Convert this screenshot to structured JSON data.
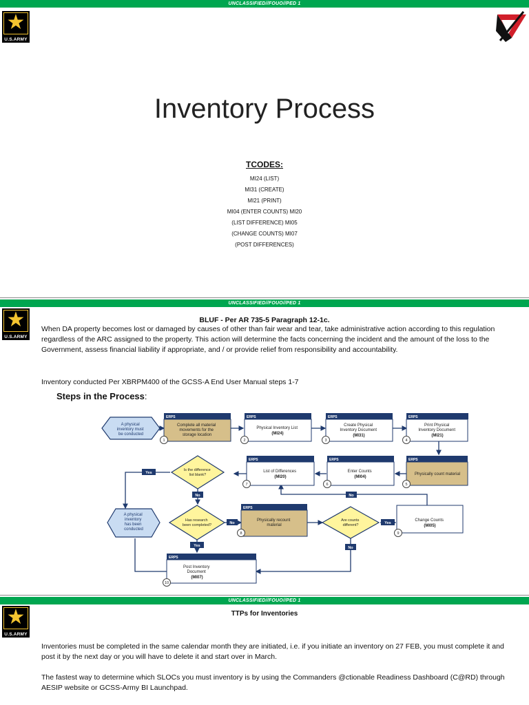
{
  "classification": "UNCLASSIFIED//FOUO//PED 1",
  "logo_label": "U.S.ARMY",
  "slide1": {
    "title": "Inventory Process",
    "tcodes_heading": "TCODES:",
    "tcodes_lines": [
      "MI24 (LIST)",
      "MI31 (CREATE)",
      "MI21 (PRINT)",
      "MI04 (ENTER COUNTS) MI20",
      "(LIST DIFFERENCE) MI05",
      "(CHANGE COUNTS) MI07",
      "(POST DIFFERENCES)"
    ]
  },
  "slide2": {
    "title": "BLUF - Per AR 735-5 Paragraph  12-1c.",
    "body": "When DA property becomes lost or damaged by causes of other than fair wear and tear, take administrative action  according to this regulation regardless of the ARC assigned to the property. This action will determine the facts concerning  the incident and the amount of the loss to the Government, assess financial liability if appropriate, and / or provide relief  from responsibility and accountability.",
    "inventory_line": "Inventory conducted Per XBRPM400 of the GCSS-A End User Manual steps  1-7",
    "steps_heading": "Steps in the Process",
    "steps_colon": ":",
    "flow": {
      "start": [
        "A physical",
        "inventory must",
        "be conducted"
      ],
      "end": [
        "A physical",
        "inventory",
        "has been",
        "conducted"
      ],
      "erps": "ERPS",
      "step1": [
        "Complete all material",
        "movements for the",
        "storage location"
      ],
      "step2": [
        "Physical Inventory List",
        "(MI24)"
      ],
      "step3": [
        "Create Physical",
        "Inventory Document",
        "(MI31)"
      ],
      "step4": [
        "Print Physical",
        "Inventory Document",
        "(MI21)"
      ],
      "step5": [
        "Physically count material"
      ],
      "step6": [
        "Enter Counts",
        "(MI04)"
      ],
      "step7": [
        "List of Differences",
        "(MI20)"
      ],
      "step8": [
        "Physically recount",
        "material"
      ],
      "step9": [
        "Change Counts",
        "(MI05)"
      ],
      "step10": [
        "Post Inventory",
        "Document",
        "(MI07)"
      ],
      "dec_blank": [
        "Is the difference",
        "list blank?"
      ],
      "dec_research": [
        "Has research",
        "been completed?"
      ],
      "dec_counts": [
        "Are counts",
        "different?"
      ],
      "yes": "Yes",
      "no": "No",
      "numbers": [
        "1",
        "2",
        "3",
        "4",
        "5",
        "6",
        "7",
        "8",
        "9",
        "10"
      ]
    }
  },
  "slide3": {
    "title": "TTPs  for Inventories",
    "para1": "Inventories must be completed in the same calendar month they are initiated, i.e. if you initiate an inventory on 27 FEB, you must complete it and post it by the next day or you will have to delete it and start over in March.",
    "para2": "The fastest way to determine which SLOCs you must inventory is by using the Commanders @ctionable Readiness Dashboard (C@RD) through AESIP website or GCSS-Army BI Launchpad."
  },
  "colors": {
    "band": "#00a650",
    "erps_header": "#1f3a6e",
    "tan_box": "#d6bf8a",
    "decision": "#fff59d",
    "hexagon": "#c9dcf2"
  }
}
